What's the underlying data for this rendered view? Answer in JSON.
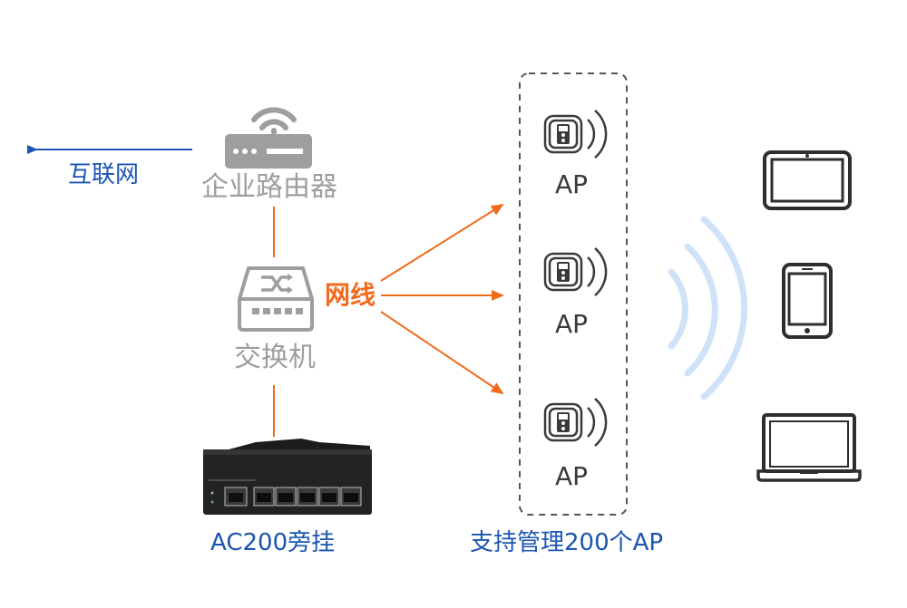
{
  "internet": {
    "label": "互联网"
  },
  "router": {
    "label": "企业路由器"
  },
  "switch": {
    "label": "交换机"
  },
  "cable": {
    "label": "网线"
  },
  "controller": {
    "label": "AC200旁挂"
  },
  "ap_group": {
    "caption": "支持管理200个AP",
    "items": [
      {
        "label": "AP"
      },
      {
        "label": "AP"
      },
      {
        "label": "AP"
      }
    ]
  },
  "devices": [
    "tablet-icon",
    "phone-icon",
    "laptop-icon"
  ],
  "colors": {
    "gray": "#9e9e9e",
    "blue": "#1a55b0",
    "orange": "#f26a1b",
    "wifi": "#cfe2f7",
    "dark": "#2e2e2e"
  }
}
